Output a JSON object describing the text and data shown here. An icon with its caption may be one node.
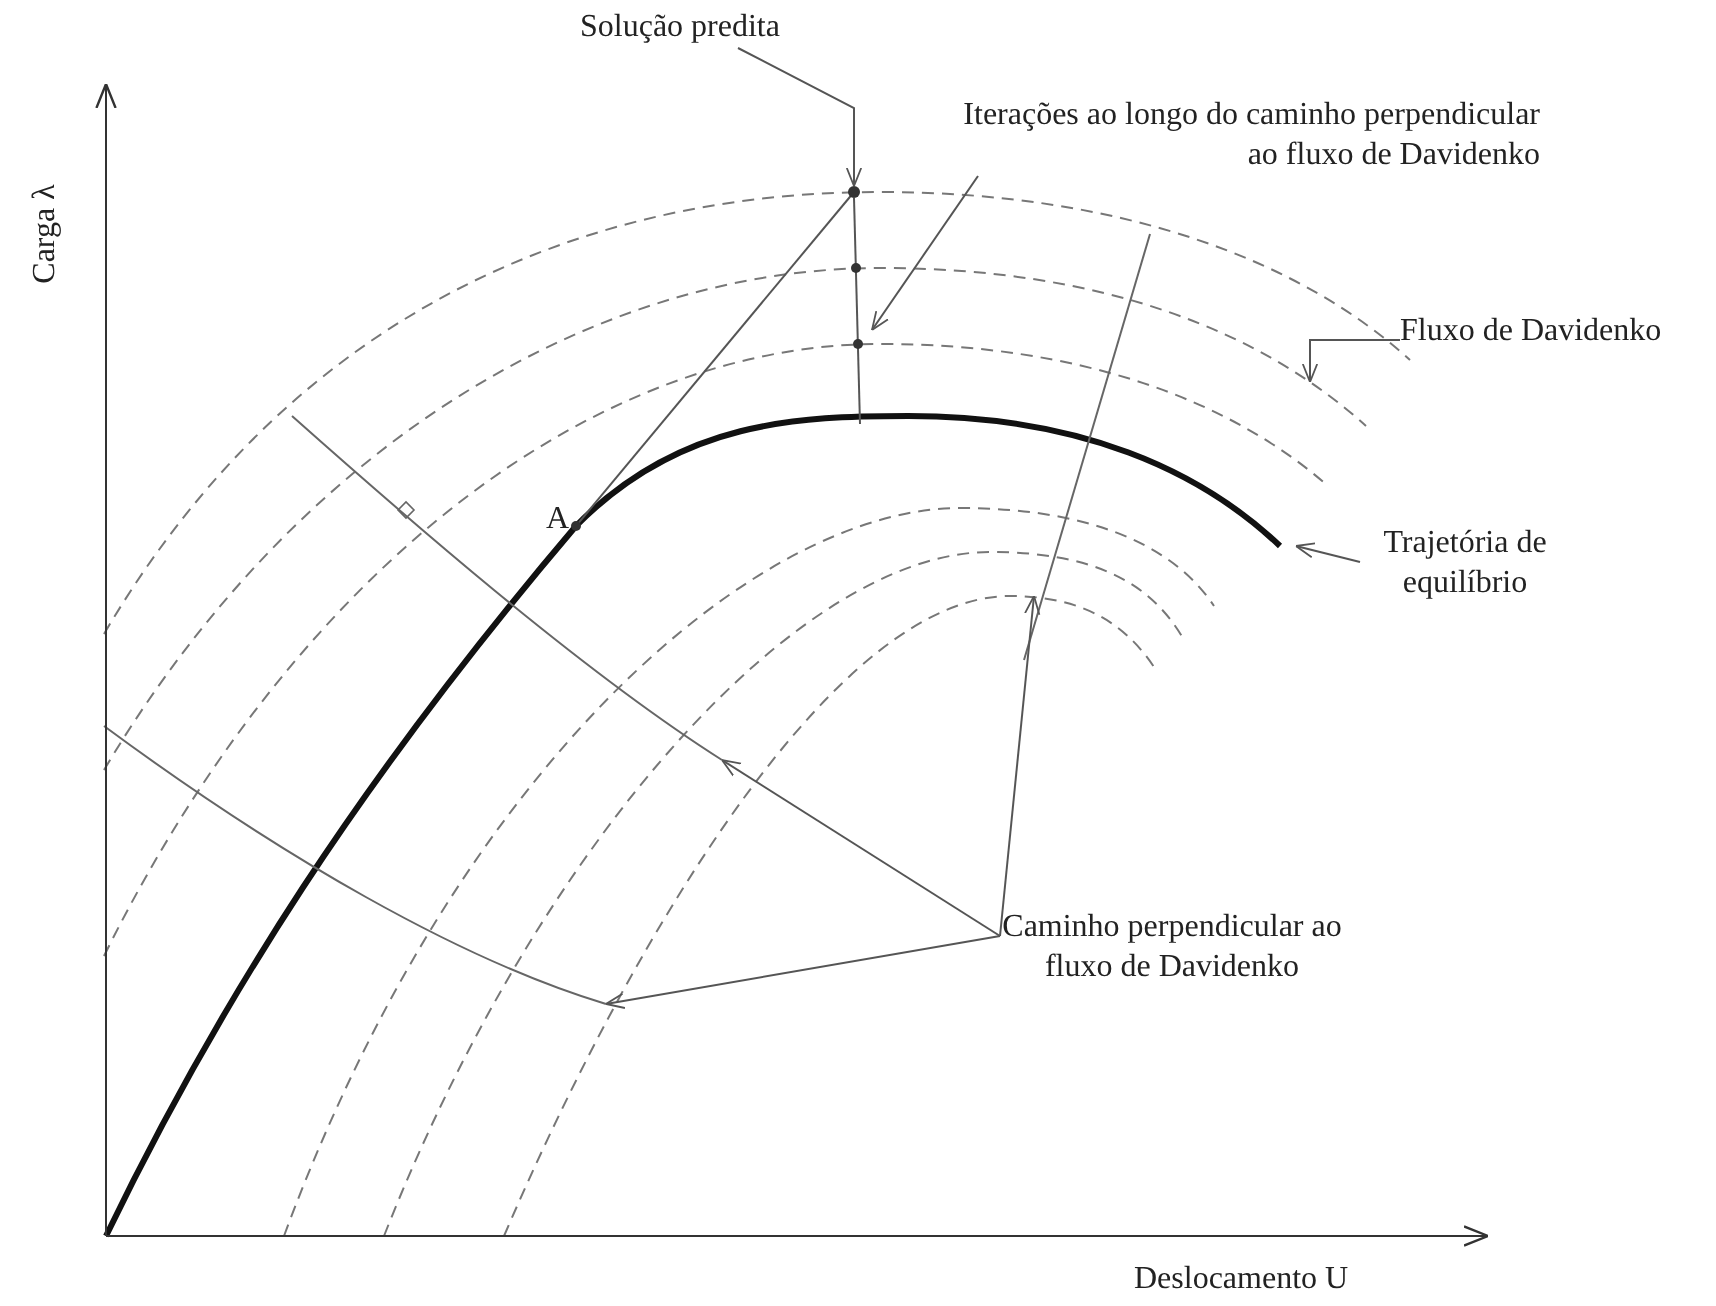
{
  "diagram": {
    "nodes": [
      {
        "text": [
          "Solução predita"
        ]
      },
      {
        "text": [],
        "shape": "circle"
      },
      {
        "text": [
          "Iterações ao longo do caminho perpendicular ao fluxo de Davidenko"
        ]
      },
      {
        "text": [
          "Fluxo de Davidenko"
        ]
      },
      {
        "text": [
          "Trajetória de equilíbrio"
        ]
      },
      {
        "text": [
          "Caminho perpendicular ao fluxo de Davidenko"
        ]
      }
    ],
    "edges": [
      {
        "from": 0,
        "to": 1,
        "arrow": "to"
      },
      {
        "from": 2,
        "to": null,
        "arrow": "to"
      },
      {
        "from": 3,
        "to": null,
        "arrow": "to"
      },
      {
        "from": 4,
        "to": null,
        "arrow": "to"
      },
      {
        "from": 5,
        "to": null,
        "arrow": "to"
      },
      {
        "from": 5,
        "to": null,
        "arrow": "to"
      },
      {
        "from": 5,
        "to": null,
        "arrow": "to"
      }
    ],
    "labels": [
      "Carga λ",
      "A",
      "Deslocamento U"
    ]
  }
}
